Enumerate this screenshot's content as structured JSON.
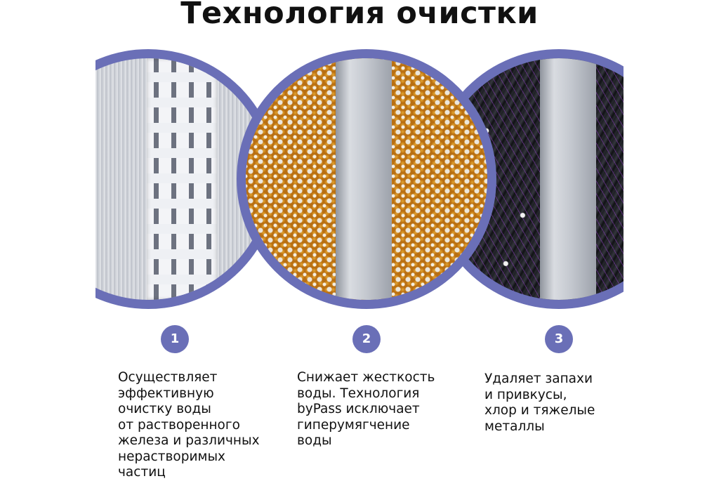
{
  "page": {
    "title": "Технология очистки"
  },
  "colors": {
    "ring": "#6a6fb7",
    "badge": "#6a6fb7",
    "text": "#111111"
  },
  "stages": [
    {
      "number": "1",
      "description": "Осуществляет\nэффективную\nочистку воды\nот растворенного\nжелеза и различных\nнерастворимых\nчастиц",
      "material": "pleated-mesh"
    },
    {
      "number": "2",
      "description": "Снижает жесткость\nводы. Технология\nbyPass исключает\nгиперумягчение\nводы",
      "material": "ion-exchange-resin"
    },
    {
      "number": "3",
      "description": "Удаляет запахи\nи привкусы,\nхлор и тяжелые\nметаллы",
      "material": "activated-carbon"
    }
  ]
}
